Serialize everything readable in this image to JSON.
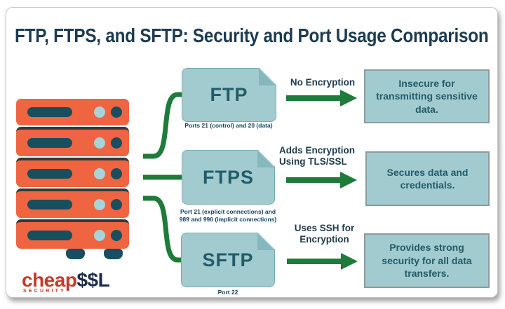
{
  "title": "FTP, FTPS, and SFTP: Security and Port Usage Comparison",
  "colors": {
    "navy": "#1d3b50",
    "teal": "#a2cbd0",
    "teal_border": "#79aab1",
    "fold": "#85b7bd",
    "label_teal": "#235c68",
    "port_navy": "#16415c",
    "green": "#1e7b3a",
    "orange": "#ef6541",
    "dark_teal": "#174f5e",
    "light_blue": "#a6d4da",
    "separator": "#333a3a",
    "box_border": "#8c9c9c",
    "logo_red": "#c33a2d",
    "logo_navy": "#1c2c4e"
  },
  "rows": [
    {
      "protocol": "FTP",
      "ports": "Ports 21 (control) and 20 (data)",
      "arrow_label": "No Encryption",
      "result": "Insecure for transmitting sensitive data."
    },
    {
      "protocol": "FTPS",
      "ports": "Port 21 (explicit connections) and\n989 and 990 (implicit connections)",
      "arrow_label": "Adds Encryption\nUsing TLS/SSL",
      "result": "Secures data and credentials."
    },
    {
      "protocol": "SFTP",
      "ports": "Port 22",
      "arrow_label": "Uses SSH for\nEncryption",
      "result": "Provides strong security for all data transfers."
    }
  ],
  "logo": {
    "brand_red": "cheap",
    "brand_navy": "$$L",
    "tagline": "SECURITY"
  }
}
